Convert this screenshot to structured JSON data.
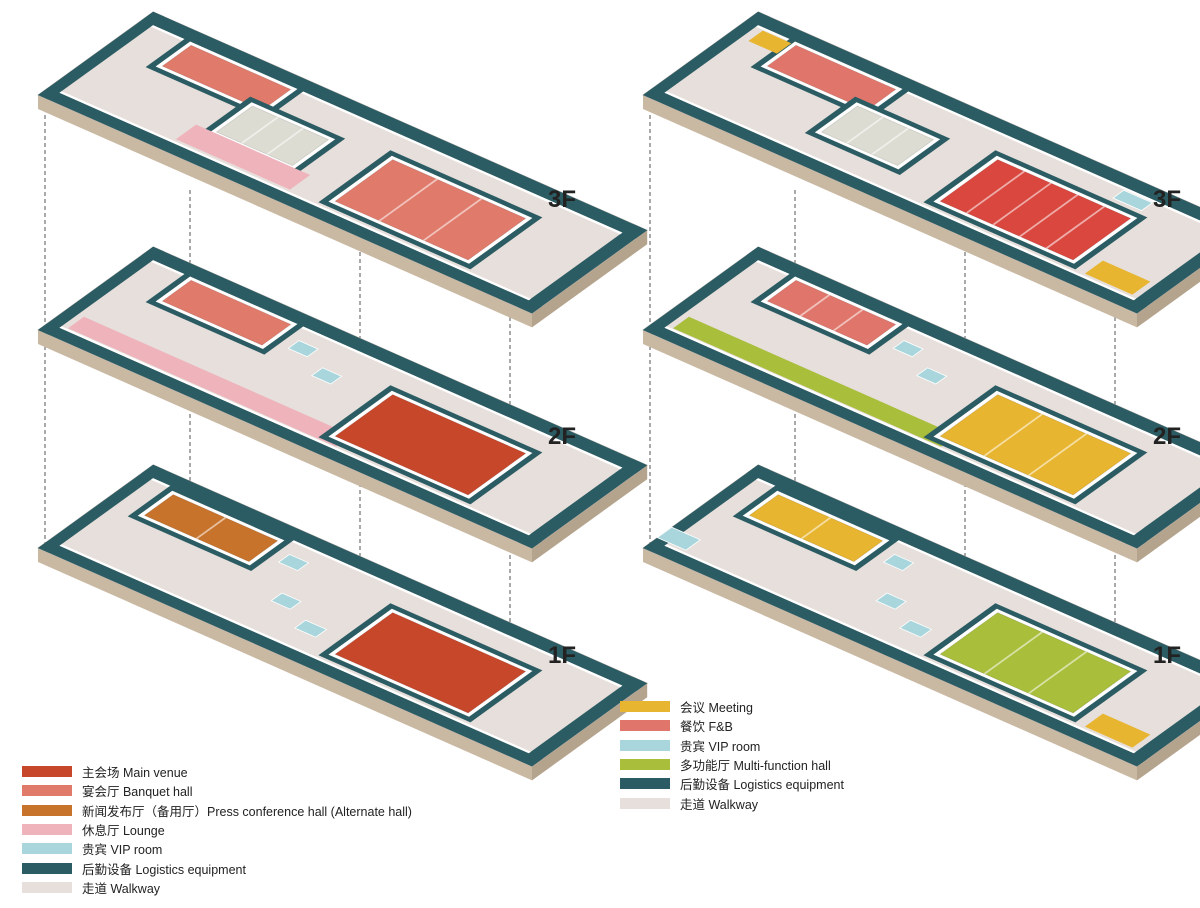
{
  "colors": {
    "main_venue": "#C7472B",
    "banquet": "#E07A6B",
    "press": "#C8732B",
    "lounge": "#EFB3BC",
    "vip": "#A8D6DC",
    "logistics": "#2C5C63",
    "walkway": "#E6DFDB",
    "meeting": "#E8B530",
    "fnb": "#E0766B",
    "multi": "#A9BE3B",
    "fnb_room": "#D9473F",
    "slab_edge": "#C9B9A3",
    "wall": "#FFFFFF",
    "wall_dark": "#4B7C83"
  },
  "floors": {
    "f3": "3F",
    "f2": "2F",
    "f1": "1F"
  },
  "legend_left": [
    {
      "label": "主会场 Main venue",
      "color": "#C7472B"
    },
    {
      "label": "宴会厅 Banquet hall",
      "color": "#E07A6B"
    },
    {
      "label": "新闻发布厅（备用厅）Press conference hall (Alternate hall)",
      "color": "#C8732B"
    },
    {
      "label": "休息厅 Lounge",
      "color": "#EFB3BC"
    },
    {
      "label": "贵宾 VIP room",
      "color": "#A8D6DC"
    },
    {
      "label": "后勤设备 Logistics equipment",
      "color": "#2C5C63"
    },
    {
      "label": "走道 Walkway",
      "color": "#E6DFDB"
    }
  ],
  "legend_right": [
    {
      "label": "会议 Meeting",
      "color": "#E8B530"
    },
    {
      "label": "餐饮 F&B",
      "color": "#E0766B"
    },
    {
      "label": "贵宾 VIP room",
      "color": "#A8D6DC"
    },
    {
      "label": "多功能厅 Multi-function hall",
      "color": "#A9BE3B"
    },
    {
      "label": "后勤设备 Logistics equipment",
      "color": "#2C5C63"
    },
    {
      "label": "走道 Walkway",
      "color": "#E6DFDB"
    }
  ]
}
